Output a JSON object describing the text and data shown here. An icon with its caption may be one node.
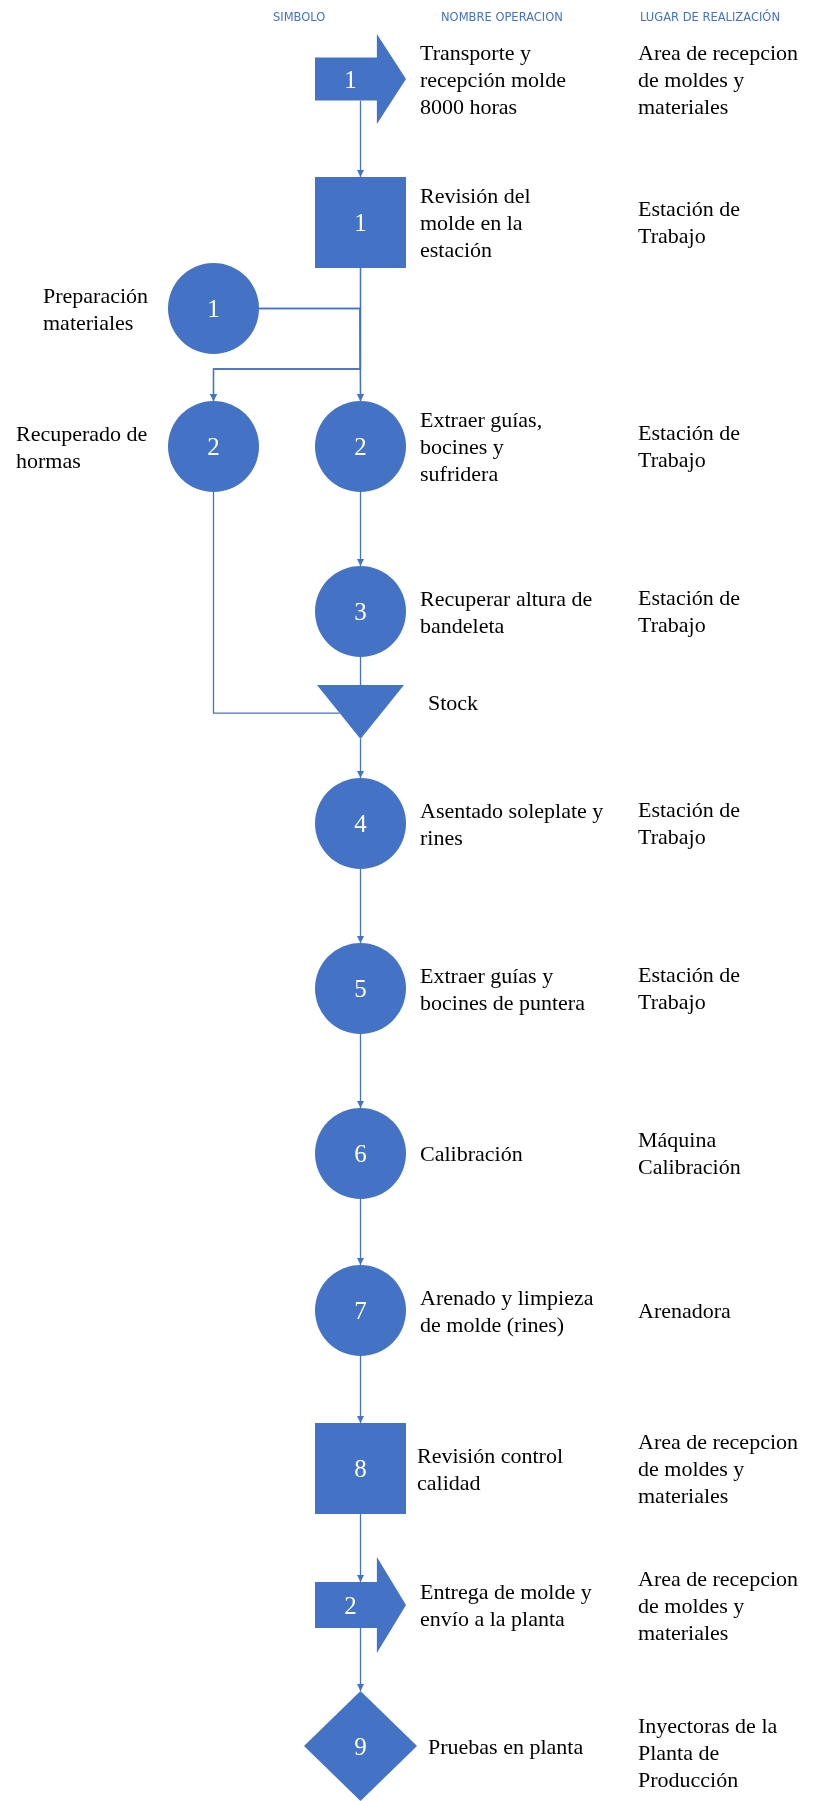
{
  "diagram": {
    "nodes": [
      {
        "text": [
          "1"
        ],
        "beside": [
          "Transporte y recepción molde 8000 horas"
        ]
      },
      {
        "text": [
          "1"
        ],
        "beside": [
          "Revisión del molde en la estación"
        ]
      },
      {
        "text": [
          "1"
        ],
        "beside": [
          "Preparación materiales"
        ]
      },
      {
        "text": [
          "2"
        ],
        "beside": [
          "Recuperado de hormas"
        ]
      },
      {
        "text": [
          "2"
        ],
        "beside": [
          "Extraer guías, bocines y sufridera"
        ]
      },
      {
        "text": [
          "3"
        ],
        "beside": [
          "Recuperar altura de bandeleta"
        ]
      },
      {
        "text": [],
        "shape": "triangle",
        "beside": [
          "Stock"
        ]
      },
      {
        "text": [
          "4"
        ],
        "beside": [
          "Asentado soleplate y rines"
        ]
      },
      {
        "text": [
          "5"
        ],
        "beside": [
          "Extraer guías y bocines de puntera"
        ]
      },
      {
        "text": [
          "6"
        ],
        "beside": [
          "Calibración"
        ]
      },
      {
        "text": [
          "7"
        ],
        "beside": [
          "Arenado y limpieza de molde (rines)"
        ]
      },
      {
        "text": [
          "8"
        ],
        "beside": [
          "Revisión control calidad"
        ]
      },
      {
        "text": [
          "2"
        ],
        "beside": [
          "Entrega de molde y envío a la planta"
        ]
      },
      {
        "text": [
          "9"
        ],
        "beside": [
          "Pruebas en planta"
        ]
      }
    ],
    "edges": [
      {
        "from": 0,
        "to": 1,
        "arrow": "to"
      },
      {
        "from": 1,
        "to": 3,
        "arrow": "to"
      },
      {
        "from": 1,
        "to": 4,
        "arrow": "to"
      },
      {
        "from": 2,
        "to": 3,
        "arrow": "to"
      },
      {
        "from": 2,
        "to": 4,
        "arrow": "to"
      },
      {
        "from": 4,
        "to": 5,
        "arrow": "to"
      },
      {
        "from": 5,
        "to": 6,
        "arrow": "none"
      },
      {
        "from": 3,
        "to": 6,
        "arrow": "none"
      },
      {
        "from": 6,
        "to": 7,
        "arrow": "to"
      },
      {
        "from": 7,
        "to": 8,
        "arrow": "to"
      },
      {
        "from": 8,
        "to": 9,
        "arrow": "to"
      },
      {
        "from": 9,
        "to": 10,
        "arrow": "to"
      },
      {
        "from": 10,
        "to": 11,
        "arrow": "to"
      },
      {
        "from": 11,
        "to": 12,
        "arrow": "to"
      },
      {
        "from": 12,
        "to": 13,
        "arrow": "to"
      }
    ],
    "labels": [
      "SIMBOLO",
      "NOMBRE OPERACION",
      "LUGAR DE REALIZACIÓN",
      "Area de recepcion de moldes y materiales",
      "Estación de Trabajo",
      "Estación de Trabajo",
      "Estación de Trabajo",
      "Estación de Trabajo",
      "Estación de Trabajo",
      "Máquina Calibración",
      "Arenadora",
      "Area de recepcion de moldes y materiales",
      "Area de recepcion de moldes y materiales",
      "Inyectoras de la Planta de Producción"
    ]
  }
}
